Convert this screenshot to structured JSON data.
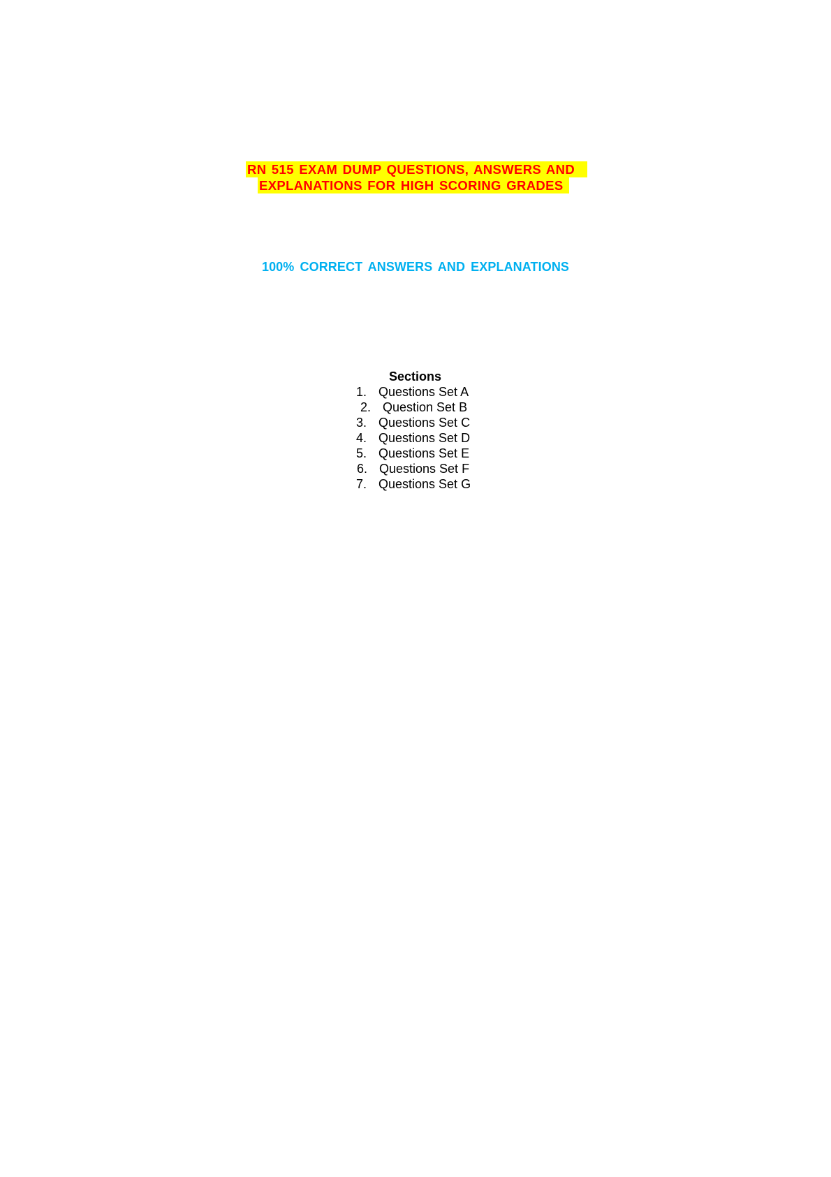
{
  "document": {
    "title_lines": [
      "RN 515 EXAM DUMP QUESTIONS, ANSWERS AND",
      "EXPLANATIONS  FOR HIGH SCORING GRADES"
    ],
    "subtitle": "100% CORRECT  ANSWERS  AND  EXPLANATIONS",
    "sections": {
      "heading": "Sections",
      "items": [
        {
          "number": "1.",
          "label": "Questions Set A"
        },
        {
          "number": "2.",
          "label": "Question Set B"
        },
        {
          "number": "3.",
          "label": "Questions Set C"
        },
        {
          "number": "4.",
          "label": "Questions Set D"
        },
        {
          "number": "5.",
          "label": "Questions Set E"
        },
        {
          "number": "6.",
          "label": "Questions Set F"
        },
        {
          "number": "7.",
          "label": "Questions Set G"
        }
      ]
    }
  },
  "colors": {
    "title_text": "#ff0000",
    "title_highlight": "#ffff00",
    "subtitle_text": "#00b0f0",
    "body_text": "#000000",
    "page_background": "#ffffff"
  }
}
